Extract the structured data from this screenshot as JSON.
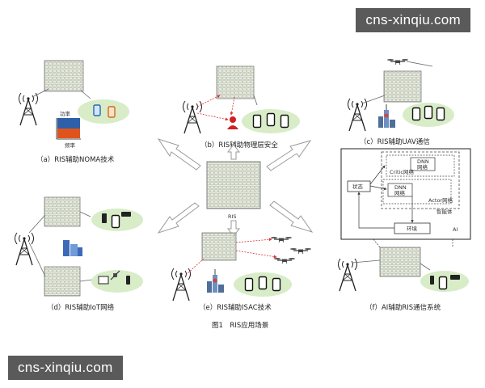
{
  "watermark": {
    "top": "cns-xinqiu.com",
    "bottom": "cns-xinqiu.com"
  },
  "captions": {
    "a": "（a）RIS辅助NOMA技术",
    "b": "（b）RIS辅助物理层安全",
    "c": "（c）RIS辅助UAV通信",
    "d": "（d）RIS辅助IoT网络",
    "e": "（e）RIS辅助ISAC技术",
    "f": "（f）AI辅助RIS通信系统"
  },
  "figure_title": "图1　RIS应用场景",
  "center_label": "RIS",
  "noma": {
    "power_label": "功率",
    "freq_label": "频率"
  },
  "ai_panel": {
    "state": "状态",
    "critic": "Critic网络",
    "actor": "Actor网络",
    "dnn1_line1": "DNN",
    "dnn1_line2": "网络",
    "dnn2_line1": "DNN",
    "dnn2_line2": "网络",
    "agent": "智能体",
    "env": "环境",
    "ai": "AI"
  },
  "colors": {
    "ellipse": "#d8ecc8",
    "ris_cell": "#e3ead7",
    "ris_frame": "#7c7c7c",
    "arrow": "#9a9a9a"
  }
}
